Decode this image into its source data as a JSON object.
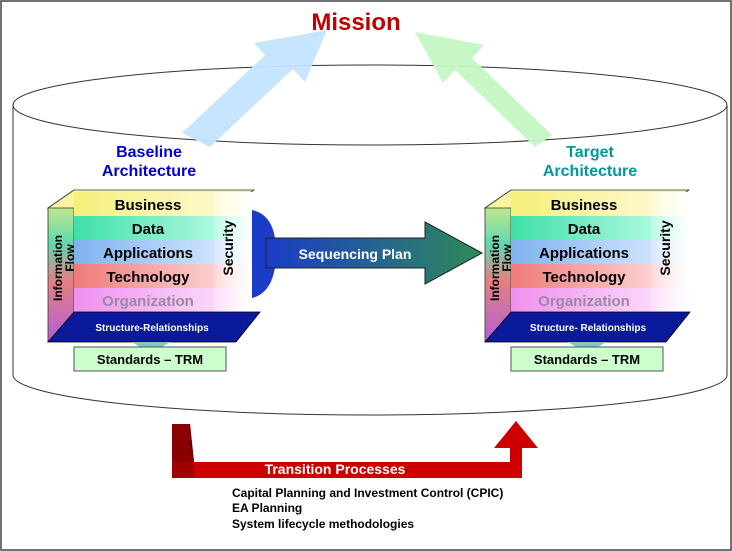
{
  "mission": "Mission",
  "baseline": {
    "title_line1": "Baseline",
    "title_line2": "Architecture",
    "layers": [
      "Business",
      "Data",
      "Applications",
      "Technology",
      "Organization"
    ],
    "base_layer": "Structure-Relationships",
    "left_side_line1": "Information",
    "left_side_line2": "Flow",
    "right_side": "Security",
    "standards": "Standards – TRM"
  },
  "target": {
    "title_line1": "Target",
    "title_line2": "Architecture",
    "layers": [
      "Business",
      "Data",
      "Applications",
      "Technology",
      "Organization"
    ],
    "base_layer": "Structure- Relationships",
    "left_side_line1": "Information",
    "left_side_line2": "Flow",
    "right_side": "Security",
    "standards": "Standards – TRM"
  },
  "sequencing_plan": "Sequencing Plan",
  "transition": {
    "label": "Transition Processes",
    "items": [
      "Capital Planning and Investment Control (CPIC)",
      "EA Planning",
      "System lifecycle methodologies"
    ]
  },
  "colors": {
    "mission": "#c00000",
    "baseline_title": "#0000cc",
    "target_title": "#009999",
    "transition_arrow": "#cc0000",
    "sequencing_arrow_start": "#1a3cc8",
    "sequencing_arrow_end": "#2e8b57"
  }
}
